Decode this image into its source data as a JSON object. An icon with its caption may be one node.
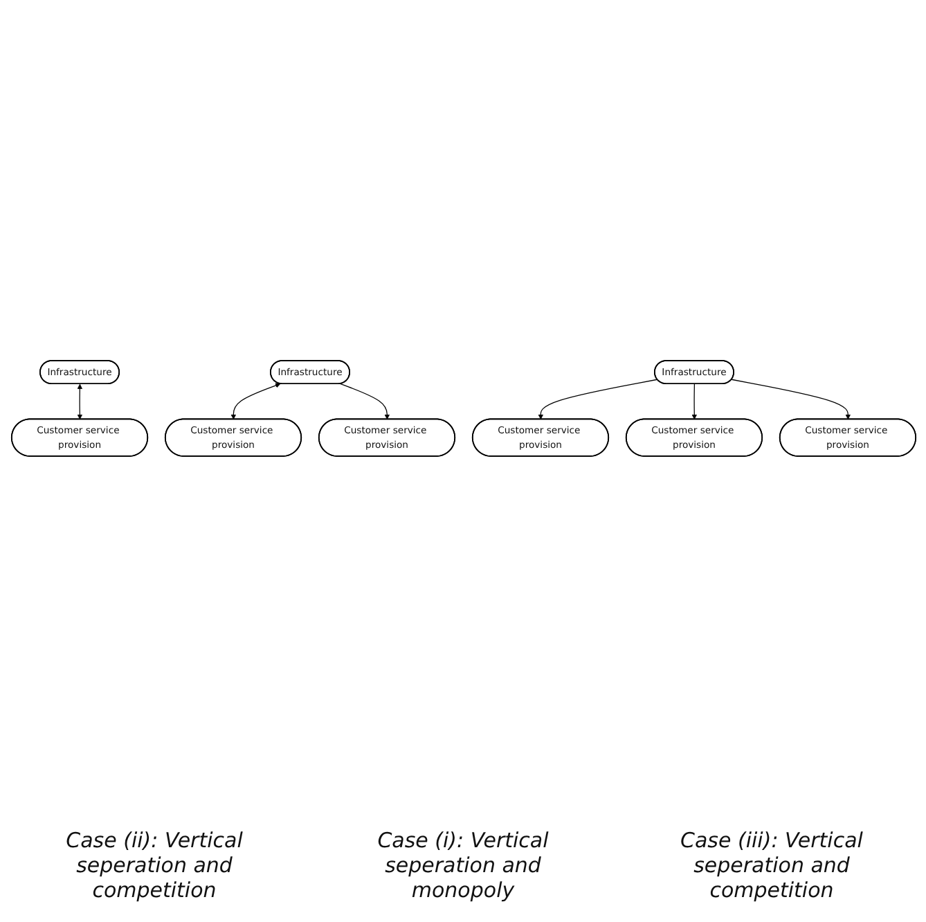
{
  "diagram": {
    "nodes": [
      {
        "text": [
          "Infrastructure"
        ]
      },
      {
        "text": [
          "Customer service provision"
        ]
      },
      {
        "text": [
          "Infrastructure"
        ]
      },
      {
        "text": [
          "Customer service provision"
        ]
      },
      {
        "text": [
          "Customer service provision"
        ]
      },
      {
        "text": [
          "Infrastructure"
        ]
      },
      {
        "text": [
          "Customer service provision"
        ]
      },
      {
        "text": [
          "Customer service provision"
        ]
      },
      {
        "text": [
          "Customer service provision"
        ]
      }
    ],
    "edges": [
      {
        "from": 0,
        "to": 1,
        "arrow": "both"
      },
      {
        "from": 2,
        "to": 3,
        "arrow": "both"
      },
      {
        "from": 2,
        "to": 4,
        "arrow": "to"
      },
      {
        "from": 5,
        "to": 6,
        "arrow": "to"
      },
      {
        "from": 5,
        "to": 7,
        "arrow": "to"
      },
      {
        "from": 5,
        "to": 8,
        "arrow": "to"
      }
    ],
    "labels": [
      "Case (ii): Vertical seperation and competition",
      "Case (i): Vertical seperation and monopoly",
      "Case (iii): Vertical seperation and competition"
    ]
  }
}
